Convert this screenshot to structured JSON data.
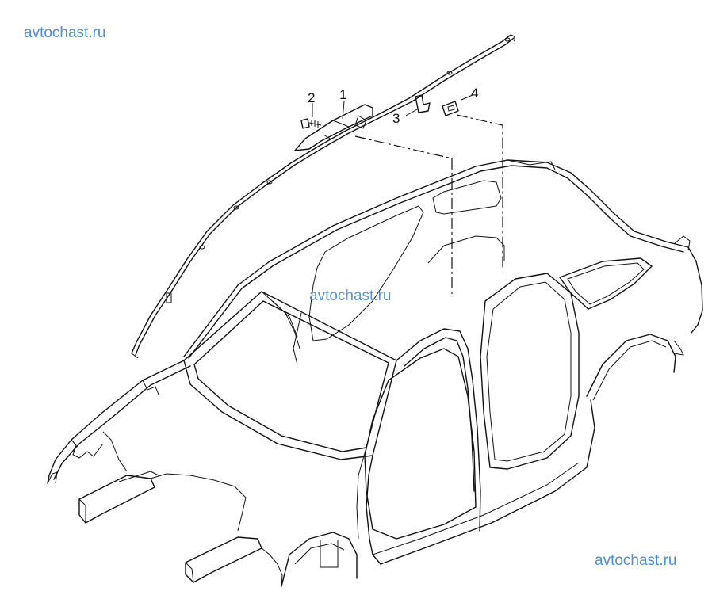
{
  "watermarks": {
    "top": "avtochast.ru",
    "middle": "avtochast.ru",
    "bottom": "avtochast.ru"
  },
  "callouts": {
    "one": "1",
    "two": "2",
    "three": "3",
    "four": "4"
  },
  "colors": {
    "watermark": "#4a8fd6",
    "line": "#111111",
    "background": "#ffffff"
  }
}
